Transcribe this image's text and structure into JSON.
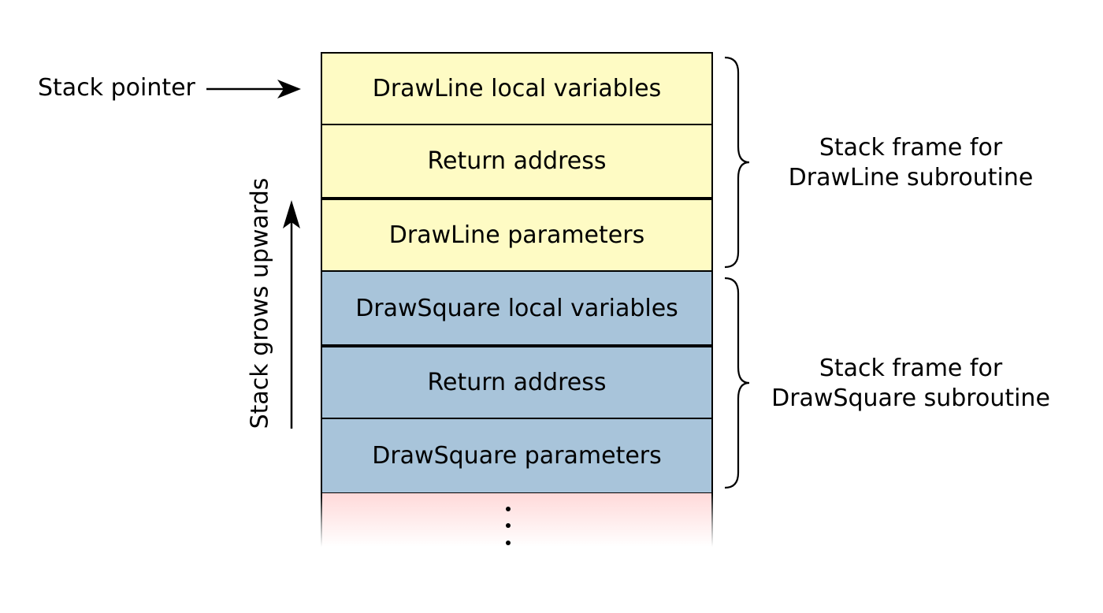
{
  "stack_pointer_label": "Stack pointer",
  "growth_label": "Stack grows upwards",
  "cells": [
    {
      "label": "DrawLine local variables",
      "frame": "DrawLine"
    },
    {
      "label": "Return address",
      "frame": "DrawLine"
    },
    {
      "label": "DrawLine parameters",
      "frame": "DrawLine"
    },
    {
      "label": "DrawSquare local variables",
      "frame": "DrawSquare"
    },
    {
      "label": "Return address",
      "frame": "DrawSquare"
    },
    {
      "label": "DrawSquare parameters",
      "frame": "DrawSquare"
    }
  ],
  "frames": [
    {
      "line1": "Stack frame for",
      "line2": "DrawLine subroutine"
    },
    {
      "line1": "Stack frame for",
      "line2": "DrawSquare subroutine"
    }
  ],
  "colors": {
    "drawline_frame": "#fefbc4",
    "drawsquare_frame": "#a8c4da",
    "below_stack": "#ffd9d9"
  }
}
